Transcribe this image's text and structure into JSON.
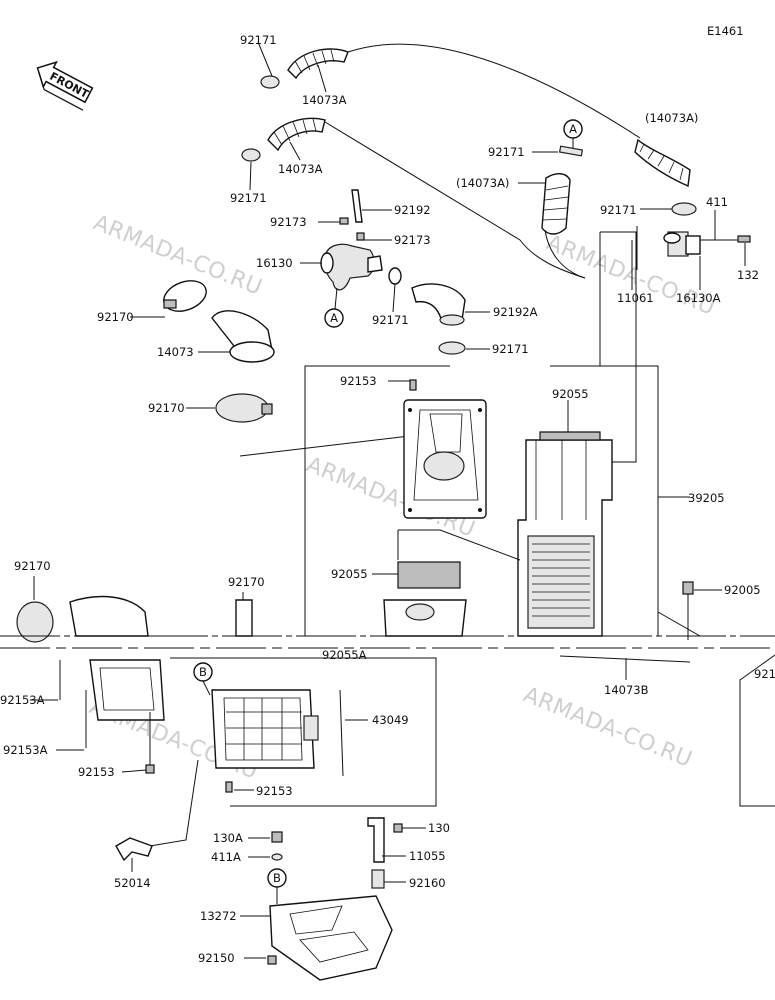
{
  "diagram_code": "E1461",
  "front_label": "FRONT",
  "watermark_text": "ARMADA-CO.RU",
  "ref_markers": {
    "a": "A",
    "b": "B"
  },
  "parts": {
    "p92171_top": "92171",
    "p14073A_top": "14073A",
    "p14073A_paren_right": "(14073A)",
    "p92171_left2": "92171",
    "p14073A_mid": "14073A",
    "p92171_left3": "92171",
    "p92171_center": "92171",
    "p14073A_paren_center": "(14073A)",
    "p92171_right": "92171",
    "p411_top": "411",
    "p132": "132",
    "p11061": "11061",
    "p16130A": "16130A",
    "p92173_a": "92173",
    "p92192": "92192",
    "p92173_b": "92173",
    "p16130": "16130",
    "p92171_valve": "92171",
    "p92192A": "92192A",
    "p92171_clamp": "92171",
    "p92170_a": "92170",
    "p14073": "14073",
    "p92170_b": "92170",
    "p92153_top": "92153",
    "p92055_top": "92055",
    "p39205": "39205",
    "p92055_mid": "92055",
    "p92005": "92005",
    "p92170_left": "92170",
    "p92170_mid": "92170",
    "p92055_low": "92055A",
    "p14073B": "14073B",
    "p92153A_a": "92153A",
    "p43049": "43049",
    "p92153A_b": "92153A",
    "p92153_a": "92153",
    "p92153_b": "92153",
    "p921_edge": "921",
    "p130A": "130A",
    "p411_low": "411A",
    "p130": "130",
    "p11055": "11055",
    "p52014": "52014",
    "p92160": "92160",
    "p13272": "13272",
    "p92150": "92150"
  }
}
